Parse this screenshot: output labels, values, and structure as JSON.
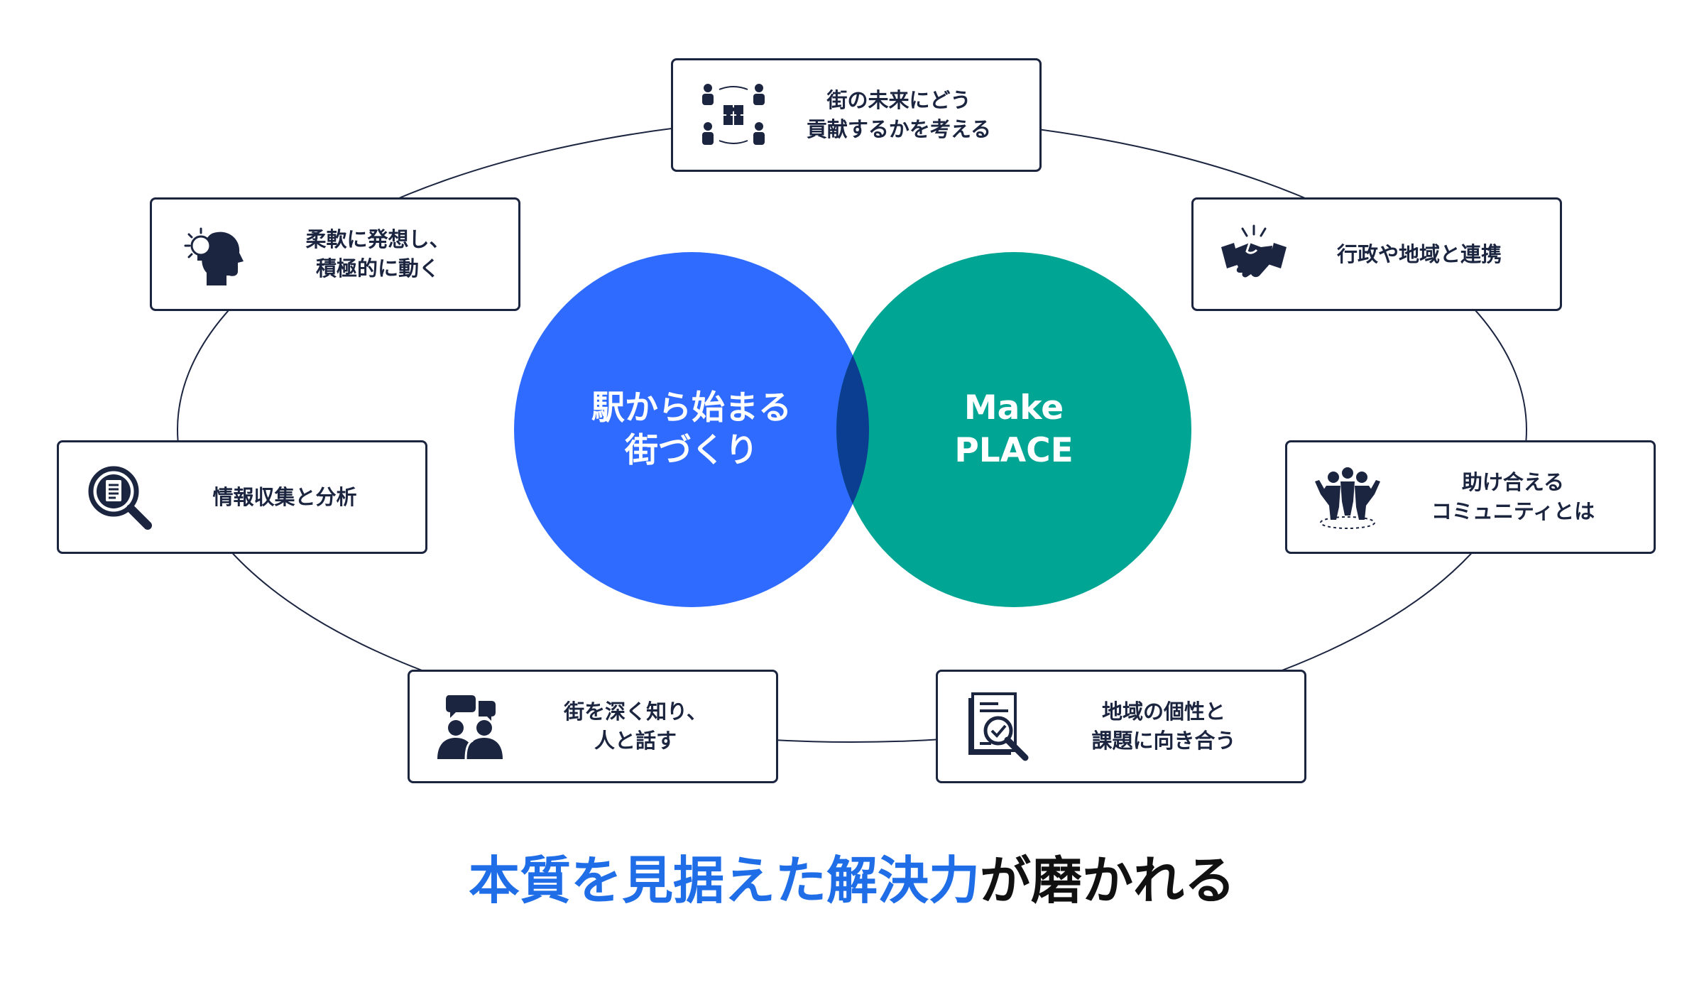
{
  "circles": {
    "left": {
      "line1": "駅から始まる",
      "line2": "街づくり",
      "color": "#2f6bff"
    },
    "right": {
      "line1": "Make",
      "line2": "PLACE",
      "color": "#00a594"
    },
    "overlap_color": "#0b3d91"
  },
  "cards": {
    "top": {
      "line1": "街の未来にどう",
      "line2": "貢献するかを考える",
      "icon": "puzzle-team-icon"
    },
    "upper_left": {
      "line1": "柔軟に発想し、",
      "line2": "積極的に動く",
      "icon": "idea-head-icon"
    },
    "upper_right": {
      "line1": "行政や地域と連携",
      "line2": "",
      "icon": "handshake-icon"
    },
    "mid_left": {
      "line1": "情報収集と分析",
      "line2": "",
      "icon": "document-search-icon"
    },
    "mid_right": {
      "line1": "助け合える",
      "line2": "コミュニティとは",
      "icon": "community-icon"
    },
    "bottom_left": {
      "line1": "街を深く知り、",
      "line2": "人と話す",
      "icon": "people-talk-icon"
    },
    "bottom_right": {
      "line1": "地域の個性と",
      "line2": "課題に向き合う",
      "icon": "report-review-icon"
    }
  },
  "bottom": {
    "highlight": "本質を見据えた解決力",
    "rest": "が磨かれる",
    "highlight_color": "#1f6ee8"
  }
}
